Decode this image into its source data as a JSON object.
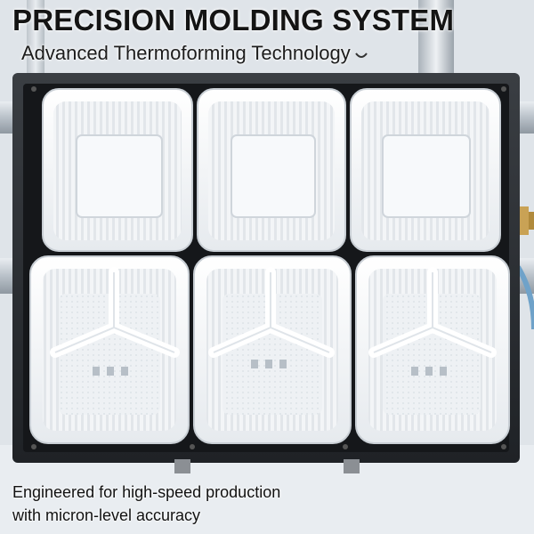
{
  "header": {
    "title": "PRECISION MOLDING SYSTEM",
    "subtitle": "Advanced Thermoforming Technology"
  },
  "caption": {
    "line1": "Engineered for high-speed production",
    "line2": "with micron-level accuracy"
  },
  "product": {
    "columns": 3,
    "rows": 2,
    "top_row": "lids",
    "bottom_row": "three-compartment trays",
    "container_color": "#f4f6f8",
    "frame_color": "#2b2e32"
  }
}
